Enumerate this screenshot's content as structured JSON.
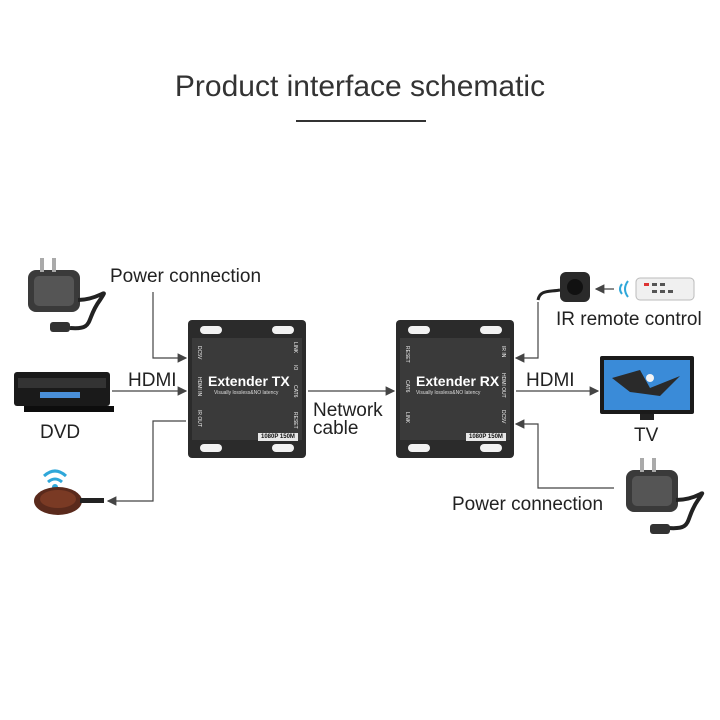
{
  "title": "Product interface schematic",
  "labels": {
    "power_left": "Power connection",
    "hdmi_left": "HDMI",
    "dvd": "DVD",
    "network": "Network",
    "cable": "cable",
    "ir_remote": "IR remote control",
    "hdmi_right": "HDMI",
    "tv": "TV",
    "power_right": "Power connection"
  },
  "tx": {
    "name": "Extender TX",
    "tagline": "Visually lossless&NO latency",
    "badge": "1080P 150M",
    "ports_left": [
      "DC5V",
      "HDMI IN",
      "IR OUT"
    ],
    "ports_right": [
      "LINK",
      "IO",
      "CAT6",
      "RESET"
    ]
  },
  "rx": {
    "name": "Extender RX",
    "tagline": "Visually lossless&NO latency",
    "badge": "1080P 150M",
    "ports_left": [
      "RESET",
      "CAT6",
      "LINK"
    ],
    "ports_right": [
      "IR IN",
      "HDMI OUT",
      "DC5V"
    ]
  },
  "colors": {
    "unit_body": "#2b2b2b",
    "unit_face": "#3a3a3a",
    "line": "#444444",
    "dvd_body": "#1a1a1a",
    "tv_screen": "#3a8bd8",
    "ir_receiver": "#5a2a1c"
  }
}
